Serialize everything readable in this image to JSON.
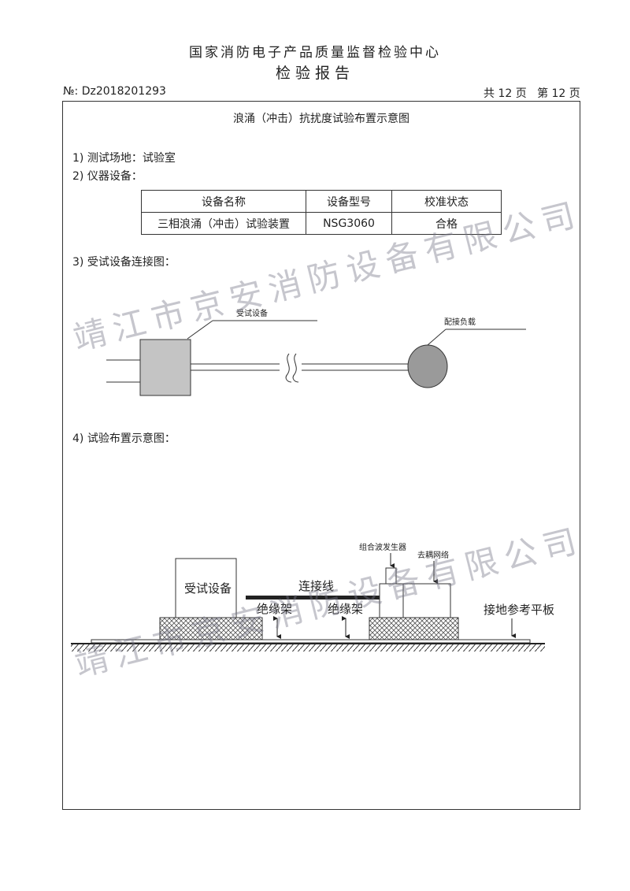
{
  "header": {
    "org": "国家消防电子产品质量监督检验中心",
    "title": "检验报告"
  },
  "report": {
    "no_label": "№:",
    "no_value": "Dz2018201293",
    "pages": "共 12 页   第 12 页"
  },
  "section": {
    "title": "浪涌（冲击）抗扰度试验布置示意图",
    "item1": "1) 测试场地：试验室",
    "item2": "2) 仪器设备：",
    "item3": "3) 受试设备连接图：",
    "item4": "4) 试验布置示意图："
  },
  "instrument_table": {
    "headers": [
      "设备名称",
      "设备型号",
      "校准状态"
    ],
    "rows": [
      [
        "三相浪涌（冲击）试验装置",
        "NSG3060",
        "合格"
      ]
    ]
  },
  "connection_diagram": {
    "eut_label": "受试设备",
    "load_label": "配接负载"
  },
  "layout_diagram": {
    "eut": "受试设备",
    "cable": "连接线",
    "insulator1": "绝缘架",
    "insulator2": "绝缘架",
    "generator": "组合波发生器",
    "network": "去耦网络",
    "ground_plane": "接地参考平板"
  },
  "watermark": {
    "text1": "靖江市京安消防设备有限公司",
    "text2": "靖江市京安消防设备有限公司"
  }
}
